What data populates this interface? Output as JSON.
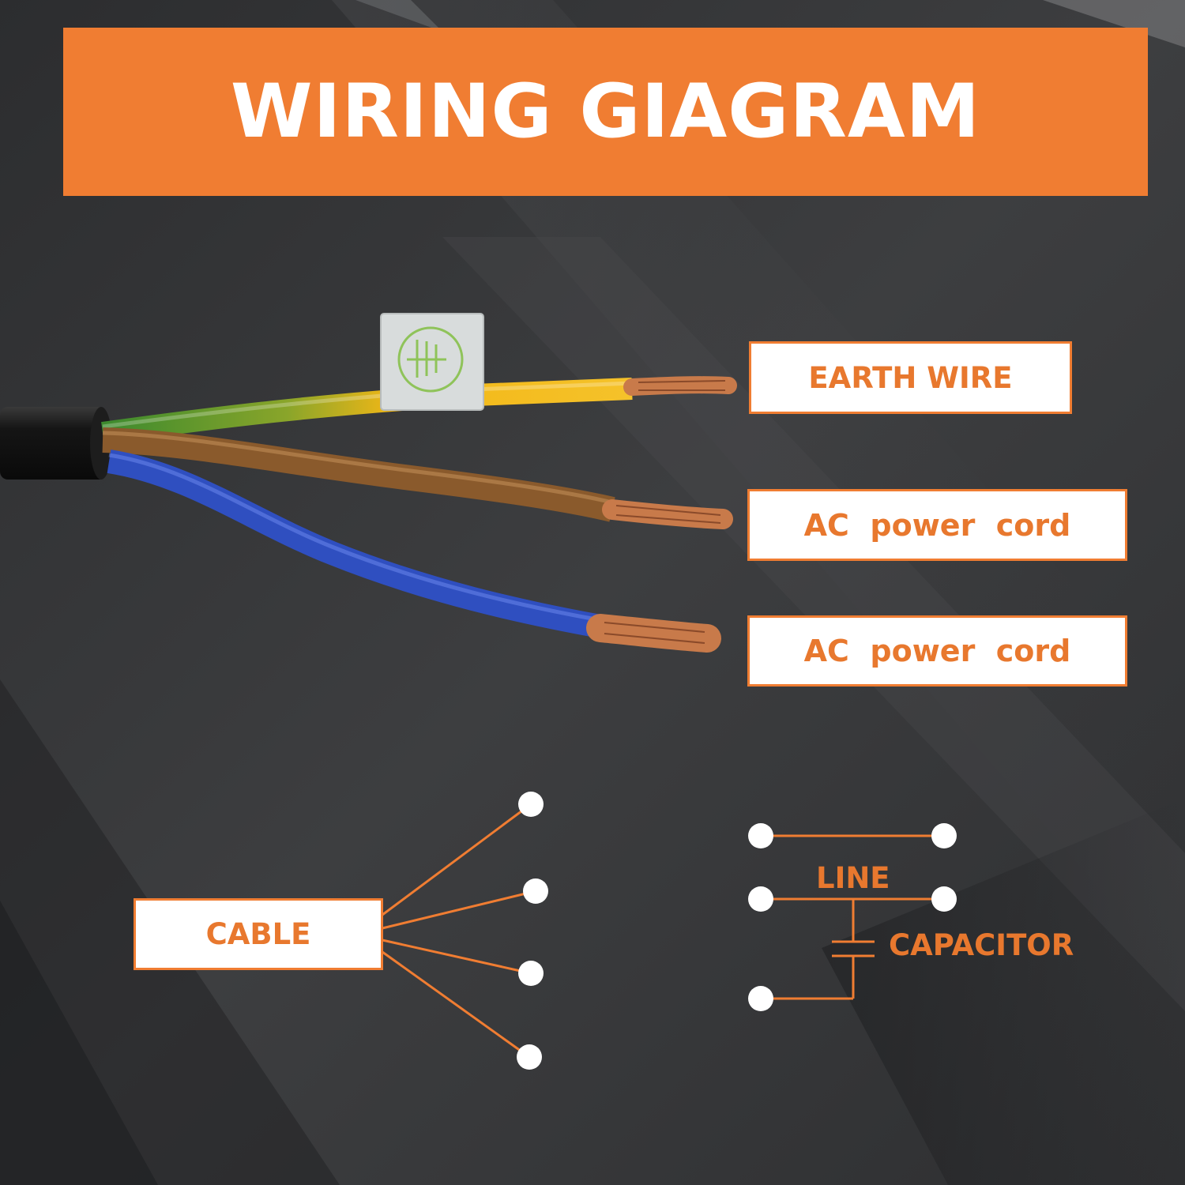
{
  "title": "WIRING GIAGRAM",
  "labels": {
    "earth": "EARTH WIRE",
    "ac1": "AC  power  cord",
    "ac2": "AC  power  cord",
    "cable": "CABLE",
    "line": "LINE",
    "capacitor": "CAPACITOR"
  },
  "colors": {
    "accent": "#f07d32",
    "label_text": "#e8782e",
    "background": "#3a3b3d",
    "earth_wire_green": "#3c8a2e",
    "earth_wire_yellow": "#f2b716",
    "live_wire_brown": "#8a5a2c",
    "neutral_wire_blue": "#2f4fc0",
    "copper": "#c87a4a"
  },
  "icons": {
    "earth_tag": "earth-ground-icon"
  }
}
